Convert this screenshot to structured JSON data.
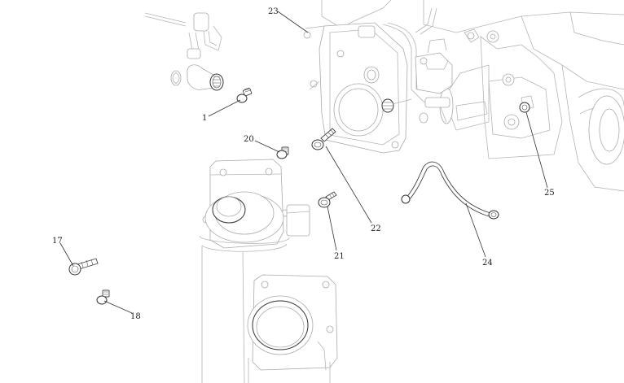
{
  "callouts": [
    {
      "id": "1",
      "label": "1"
    },
    {
      "id": "17",
      "label": "17"
    },
    {
      "id": "18",
      "label": "18"
    },
    {
      "id": "20",
      "label": "20"
    },
    {
      "id": "21",
      "label": "21"
    },
    {
      "id": "22",
      "label": "22"
    },
    {
      "id": "23",
      "label": "23"
    },
    {
      "id": "24",
      "label": "24"
    },
    {
      "id": "25",
      "label": "25"
    }
  ]
}
